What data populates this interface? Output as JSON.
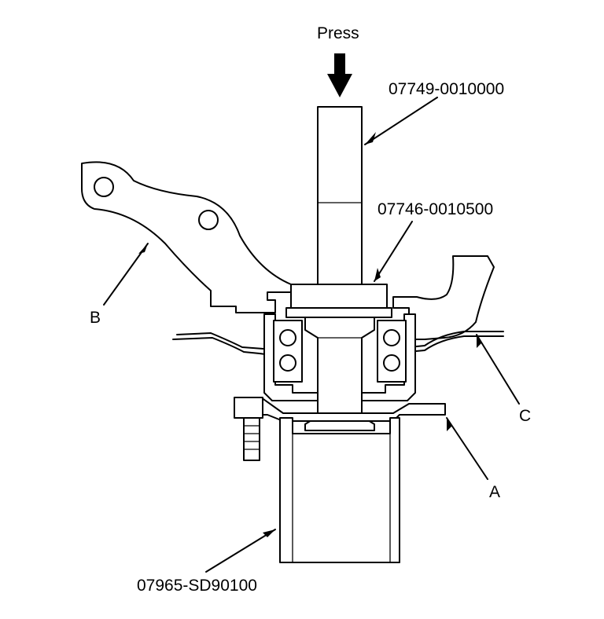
{
  "labels": {
    "press": "Press",
    "tool_driver": "07749-0010000",
    "tool_attachment": "07746-0010500",
    "tool_support": "07965-SD90100",
    "part_a": "A",
    "part_b": "B",
    "part_c": "C"
  },
  "colors": {
    "ink": "#000000",
    "background": "#ffffff"
  },
  "icons": {
    "press_direction": "down-arrow-icon"
  }
}
